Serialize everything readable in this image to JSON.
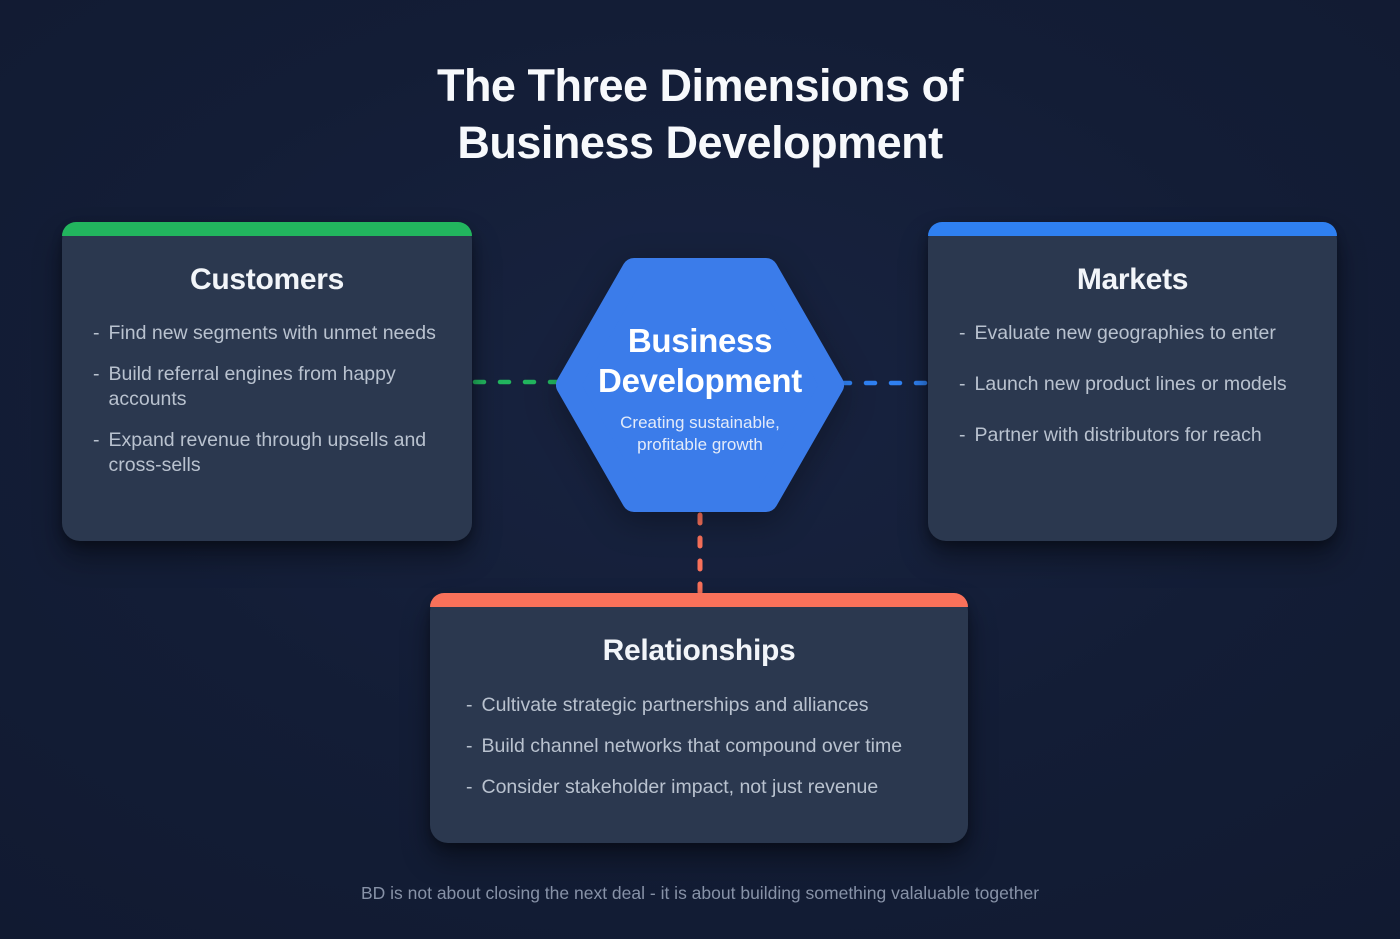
{
  "title": {
    "line1": "The Three Dimensions of",
    "line2": "Business Development"
  },
  "bullet_marker": "-",
  "cards": [
    {
      "title": "Customers",
      "accent_color": "#22b55e",
      "bullets": [
        "Find new segments with unmet needs",
        "Build referral engines from happy accounts",
        "Expand revenue through upsells and cross-sells"
      ]
    },
    {
      "title": "Markets",
      "accent_color": "#2f80f1",
      "bullets": [
        "Evaluate new geographies to enter",
        "Launch new product lines or models",
        "Partner with distributors for reach"
      ]
    },
    {
      "title": "Relationships",
      "accent_color": "#f9715a",
      "bullets": [
        "Cultivate strategic partnerships and alliances",
        "Build channel networks that compound over time",
        "Consider stakeholder impact, not just revenue"
      ]
    }
  ],
  "hexagon": {
    "title": "Business Development",
    "subtitle": "Creating sustainable, profitable growth",
    "fill_color": "#3b7cea"
  },
  "connectors": [
    {
      "from": "customers-card",
      "to": "hexagon",
      "color": "#22b55e",
      "style": "dashed"
    },
    {
      "from": "hexagon",
      "to": "markets-card",
      "color": "#2f80f1",
      "style": "dashed"
    },
    {
      "from": "hexagon",
      "to": "relationships-card",
      "color": "#f9715a",
      "style": "dashed"
    }
  ],
  "footer": "BD is not about closing the next deal - it is about building something valaluable together",
  "colors": {
    "background": "#131d36",
    "card_background": "#2b384f",
    "title_text": "#f7f9fc",
    "bullet_text": "#b9c2cf",
    "footer_text": "#8792a7"
  }
}
